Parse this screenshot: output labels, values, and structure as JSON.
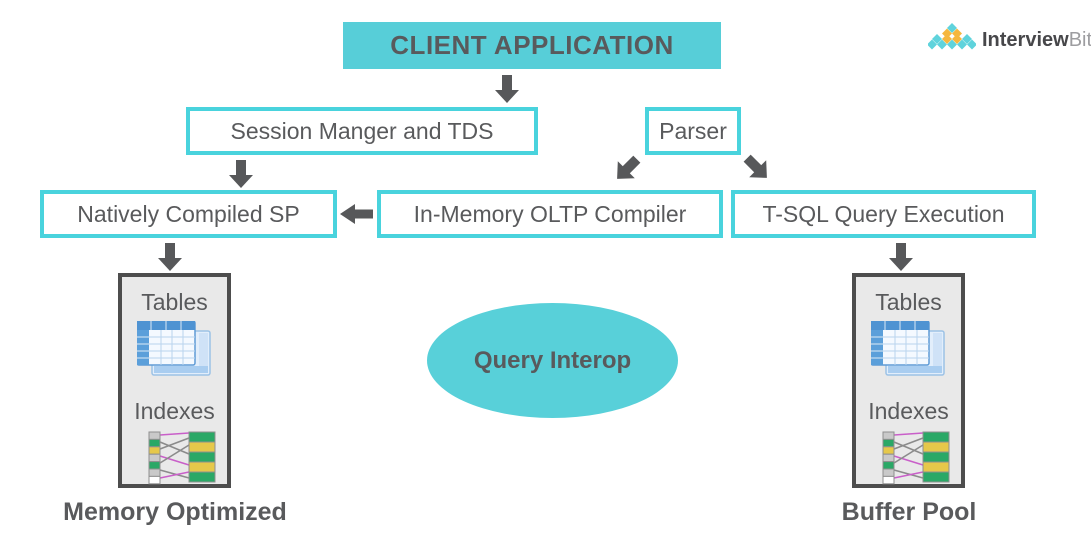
{
  "logo": {
    "brand_primary": "Interview",
    "brand_secondary": "Bit"
  },
  "nodes": {
    "client": {
      "label": "CLIENT APPLICATION"
    },
    "session": {
      "label": "Session Manger and TDS"
    },
    "parser": {
      "label": "Parser"
    },
    "natively_compiled_sp": {
      "label": "Natively Compiled SP"
    },
    "in_memory_oltp_compiler": {
      "label": "In-Memory OLTP Compiler"
    },
    "tsql_query_execution": {
      "label": "T-SQL Query Execution"
    },
    "query_interop": {
      "label": "Query Interop"
    }
  },
  "storage_columns": {
    "memory_optimized": {
      "tables_label": "Tables",
      "indexes_label": "Indexes",
      "caption": "Memory Optimized",
      "table_icon": "stacked-table-grid-icon",
      "index_icon": "index-mapping-icon"
    },
    "buffer_pool": {
      "tables_label": "Tables",
      "indexes_label": "Indexes",
      "caption": "Buffer Pool",
      "table_icon": "stacked-table-grid-icon",
      "index_icon": "index-mapping-icon"
    }
  },
  "edges": [
    {
      "from": "client",
      "to": "session",
      "direction": "down"
    },
    {
      "from": "session",
      "to": "natively_compiled_sp",
      "direction": "down"
    },
    {
      "from": "parser",
      "to": "in_memory_oltp_compiler",
      "direction": "down-left"
    },
    {
      "from": "parser",
      "to": "tsql_query_execution",
      "direction": "down-right"
    },
    {
      "from": "in_memory_oltp_compiler",
      "to": "natively_compiled_sp",
      "direction": "left"
    },
    {
      "from": "natively_compiled_sp",
      "to": "memory_optimized",
      "direction": "down"
    },
    {
      "from": "tsql_query_execution",
      "to": "buffer_pool",
      "direction": "down"
    }
  ],
  "colors": {
    "teal_fill": "#57ced8",
    "teal_border": "#49d3dd",
    "text_gray": "#595a5c",
    "arrow_gray": "#57585a",
    "panel_bg": "#e9e9e9",
    "panel_border": "#4d4d4d",
    "logo_teal": "#5fd3dc",
    "logo_orange": "#f5b73f"
  }
}
